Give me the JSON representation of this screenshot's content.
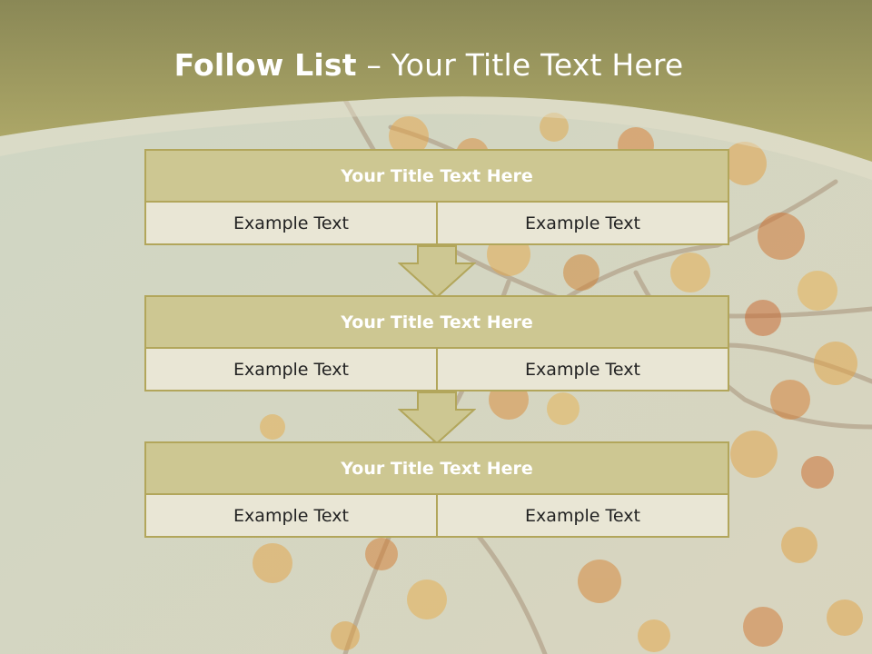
{
  "slide": {
    "title_bold": "Follow List",
    "title_rest": " – Your Title Text Here"
  },
  "steps": [
    {
      "title": "Your Title Text Here",
      "left": "Example Text",
      "right": "Example Text"
    },
    {
      "title": "Your Title Text Here",
      "left": "Example Text",
      "right": "Example Text"
    },
    {
      "title": "Your Title Text Here",
      "left": "Example Text",
      "right": "Example Text"
    }
  ],
  "colors": {
    "header_band": "#8b8a56",
    "band_accent": "#bbb372",
    "panel_header": "#cdc792",
    "panel_border": "#b2a65b",
    "panel_cell": "#e9e6d5"
  }
}
